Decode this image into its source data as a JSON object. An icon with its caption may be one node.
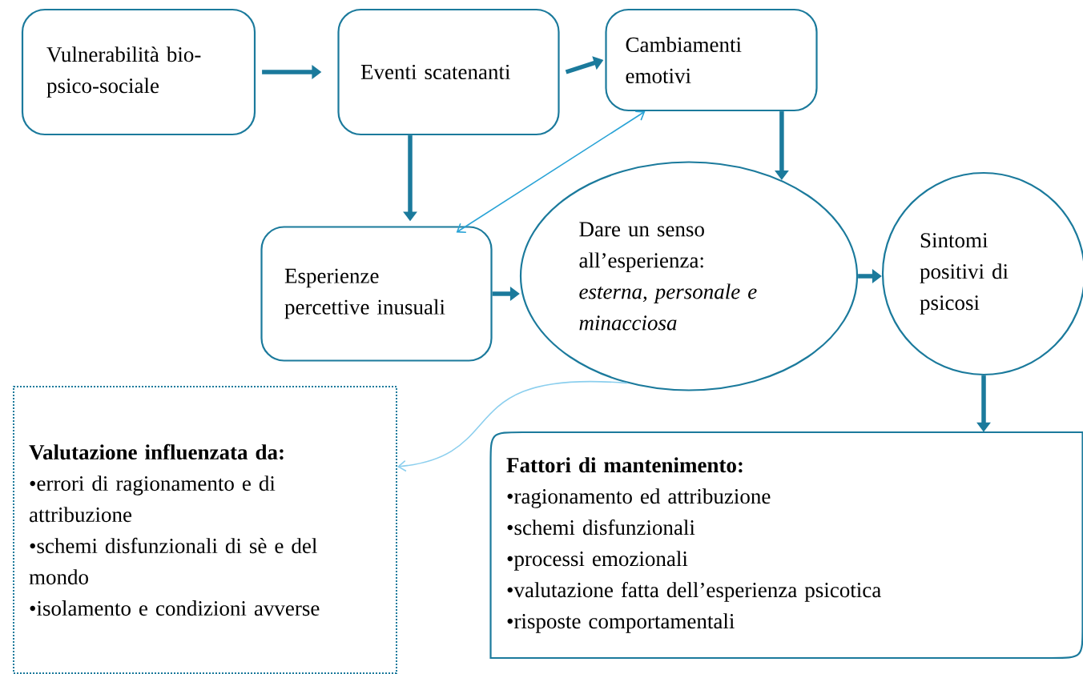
{
  "diagram": {
    "nodes": [
      {
        "text": [
          "Vulnerabilità bio-psico-sociale"
        ]
      },
      {
        "text": [
          "Eventi scatenanti"
        ]
      },
      {
        "text": [
          "Cambiamenti emotivi"
        ]
      },
      {
        "text": [
          "Esperienze percettive inusuali"
        ]
      },
      {
        "text": [
          "Dare un senso all’esperienza:",
          "esterna, personale e minacciosa"
        ]
      },
      {
        "text": [
          "Sintomi positivi di psicosi"
        ]
      },
      {
        "text": [
          "Valutazione influenzata da:",
          "•errori di ragionamento e di attribuzione",
          "•schemi disfunzionali di sè e del mondo",
          "•isolamento e condizioni avverse"
        ]
      },
      {
        "text": [
          "Fattori di mantenimento:",
          "•ragionamento ed attribuzione",
          "•schemi disfunzionali",
          "•processi emozionali",
          "•valutazione fatta dell’esperienza psicotica",
          "•risposte comportamentali"
        ]
      }
    ],
    "edges": [
      {
        "from": 0,
        "to": 1,
        "arrow": "to"
      },
      {
        "from": 1,
        "to": 2,
        "arrow": "to"
      },
      {
        "from": 1,
        "to": 3,
        "arrow": "to"
      },
      {
        "from": 2,
        "to": 4,
        "arrow": "to"
      },
      {
        "from": 2,
        "to": 3,
        "arrow": "both",
        "color": "#29a3d6"
      },
      {
        "from": 3,
        "to": 4,
        "arrow": "to"
      },
      {
        "from": 4,
        "to": 5,
        "arrow": "to"
      },
      {
        "from": 5,
        "to": 7,
        "arrow": "to"
      },
      {
        "from": 4,
        "to": 6,
        "arrow": "to",
        "color": "#8ccfee"
      }
    ]
  }
}
